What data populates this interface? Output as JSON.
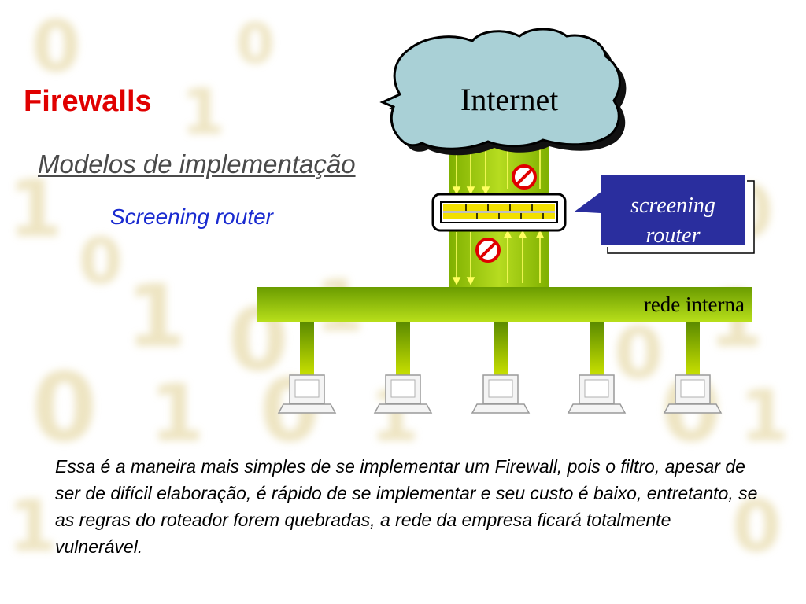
{
  "slide": {
    "title": "Firewalls",
    "subtitle": "Modelos de implementação",
    "model": "Screening router"
  },
  "diagram": {
    "cloud_label": "Internet",
    "router_callout_line1": "screening",
    "router_callout_line2": "router",
    "network_label": "rede interna",
    "workstation_count": 5,
    "blocked_icon": "no-entry-icon",
    "computer_icon": "computer-icon"
  },
  "description": "Essa é a maneira mais simples de se implementar um Firewall, pois o filtro, apesar de ser de difícil elaboração, é rápido de se implementar e seu custo é baixo, entretanto, se as regras do roteador forem quebradas, a rede da empresa ficará totalmente vulnerável.",
  "colors": {
    "title": "#e00000",
    "model": "#1a2bd0",
    "callout": "#2a2e9e",
    "cloud": "#a9d0d6",
    "network": "#8bbd00",
    "block": "#e00000"
  }
}
